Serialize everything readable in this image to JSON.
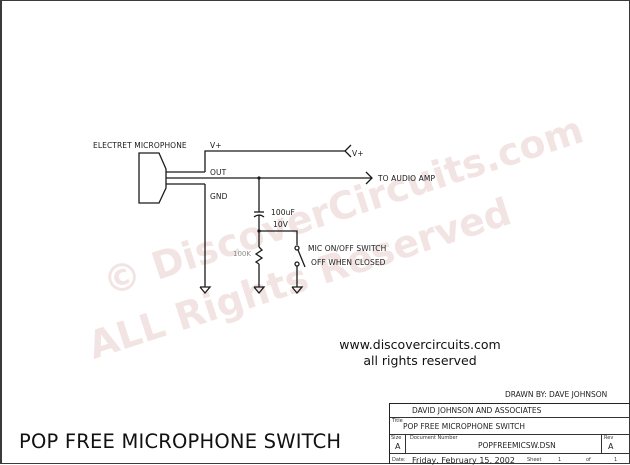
{
  "diagram": {
    "type": "circuit-schematic",
    "title": "POP FREE MICROPHONE SWITCH",
    "components": {
      "microphone": {
        "label": "ELECTRET MICROPHONE"
      },
      "pins": {
        "vplus": "V+",
        "out": "OUT",
        "gnd": "GND"
      },
      "supply": {
        "label": "V+"
      },
      "output": {
        "label": "TO AUDIO AMP"
      },
      "capacitor": {
        "value": "100uF",
        "voltage": "10V"
      },
      "resistor": {
        "value": "100K"
      },
      "switch": {
        "label_line1": "MIC ON/OFF SWITCH",
        "label_line2": "OFF WHEN CLOSED"
      }
    }
  },
  "watermark": {
    "line1": "© DiscoverCircuits.com",
    "line2": "ALL Rights Reserved"
  },
  "footer": {
    "website": "www.discovercircuits.com",
    "rights": "all rights reserved",
    "page_title": "POP FREE MICROPHONE SWITCH",
    "drawn_by": "DRAWN BY: DAVE JOHNSON"
  },
  "title_block": {
    "company": "DAVID JOHNSON AND ASSOCIATES",
    "title_label": "Title",
    "title": "POP FREE MICROPHONE SWITCH",
    "size_label": "Size",
    "size": "A",
    "docnum_label": "Document Number",
    "docnum": "POPFREEMICSW.DSN",
    "rev_label": "Rev",
    "rev": "A",
    "date_label": "Date:",
    "date": "Friday, February 15, 2002",
    "sheet_label": "Sheet",
    "sheet": "1",
    "of_label": "of",
    "sheet_total": "1"
  },
  "colors": {
    "line": "#1a1a1a",
    "watermark": "#f3e4e4",
    "background": "#ffffff"
  }
}
